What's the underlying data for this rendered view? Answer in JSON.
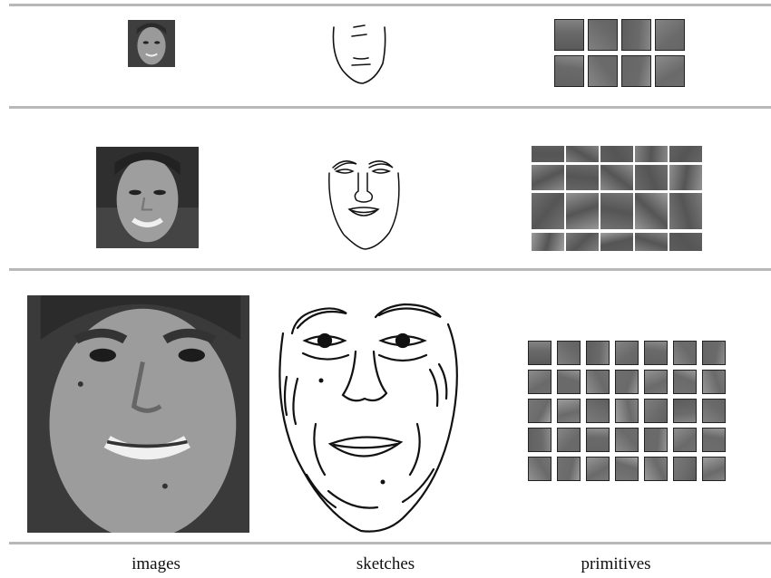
{
  "captions": {
    "images": "images",
    "sketches": "sketches",
    "primitives": "primitives"
  },
  "colors": {
    "rule": "#b8b8b8",
    "photo_bg": "#6d6d6d",
    "skin": "#9a9a9a",
    "ink": "#111111"
  },
  "rows": [
    {
      "level": "coarse",
      "image": "face-image-small",
      "sketch": "face-sketch-simple",
      "primitives": "whole-face-patches"
    },
    {
      "level": "medium",
      "image": "face-image-medium",
      "sketch": "face-sketch-parts",
      "primitives": "facial-part-patches"
    },
    {
      "level": "fine",
      "image": "face-image-large",
      "sketch": "face-sketch-detailed",
      "primitives": "small-texture-patches"
    }
  ]
}
